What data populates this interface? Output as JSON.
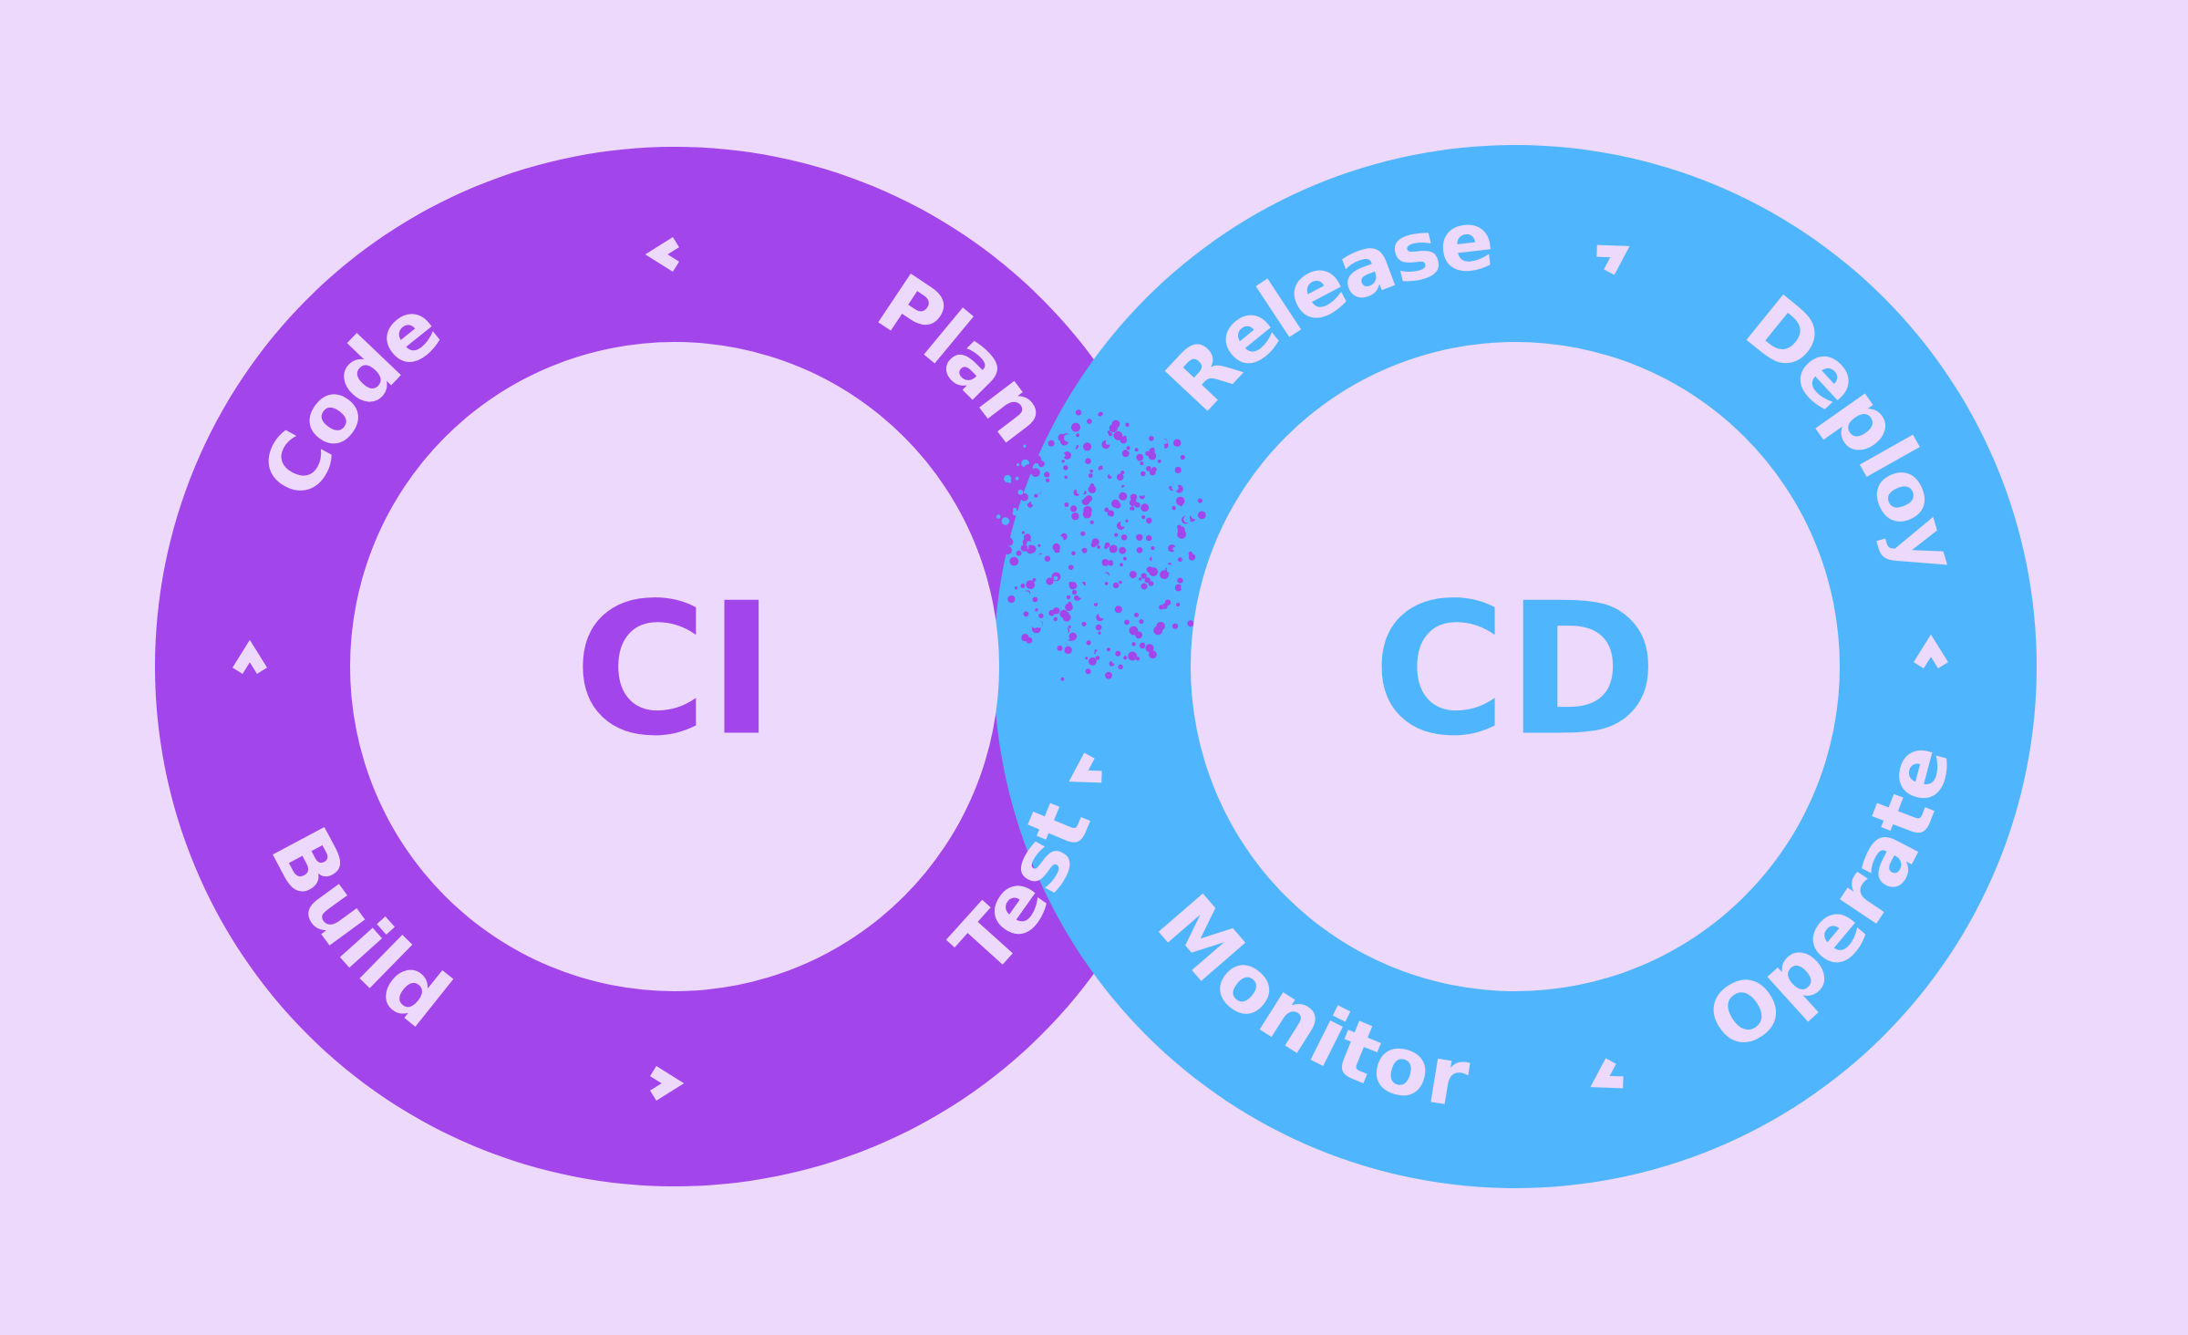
{
  "colors": {
    "background": "#ecd9fb",
    "ci_ring": "#a245ea",
    "cd_ring": "#4fb5fd",
    "ring_text": "#ecd9fb"
  },
  "ci": {
    "label": "CI",
    "stages": [
      "Code",
      "Plan",
      "Test",
      "Build"
    ]
  },
  "cd": {
    "label": "CD",
    "stages": [
      "Release",
      "Deploy",
      "Operate",
      "Monitor"
    ]
  }
}
